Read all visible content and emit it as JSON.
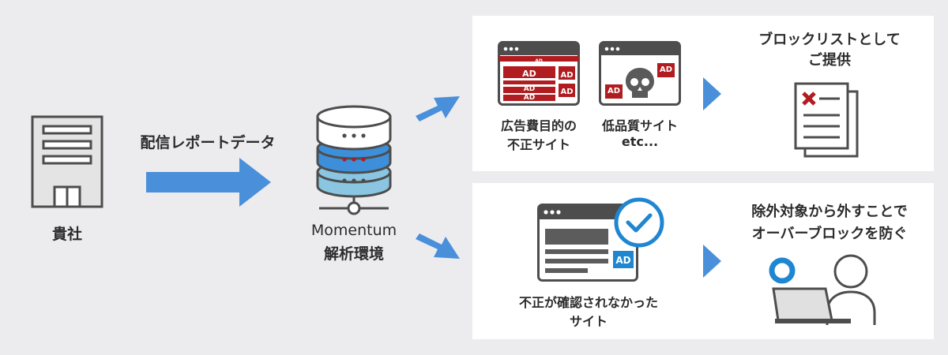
{
  "company": {
    "label": "貴社"
  },
  "flow": {
    "report_label": "配信レポートデータ"
  },
  "server": {
    "name": "Momentum",
    "sub": "解析環境"
  },
  "top_panel": {
    "ad_site": {
      "line1": "広告費目的の",
      "line2": "不正サイト",
      "banner_label": "AD"
    },
    "low_quality_site": {
      "line1": "低品質サイト",
      "line2": "etc...",
      "ad_label": "AD"
    },
    "result": {
      "line1": "ブロックリストとして",
      "line2": "ご提供"
    }
  },
  "bottom_panel": {
    "unverified_site": {
      "line1": "不正が確認されなかった",
      "line2": "サイト",
      "ad_label": "AD"
    },
    "result": {
      "line1": "除外対象から外すことで",
      "line2": "オーバーブロックを防ぐ"
    }
  },
  "colors": {
    "background": "#ececef",
    "arrow_blue": "#4a8fda",
    "ad_red": "#b01c20",
    "dark_gray": "#4d4d4d",
    "server_blue": "#3d8fd9",
    "server_light_blue": "#8ac6e2",
    "check_blue": "#1f86d1"
  }
}
